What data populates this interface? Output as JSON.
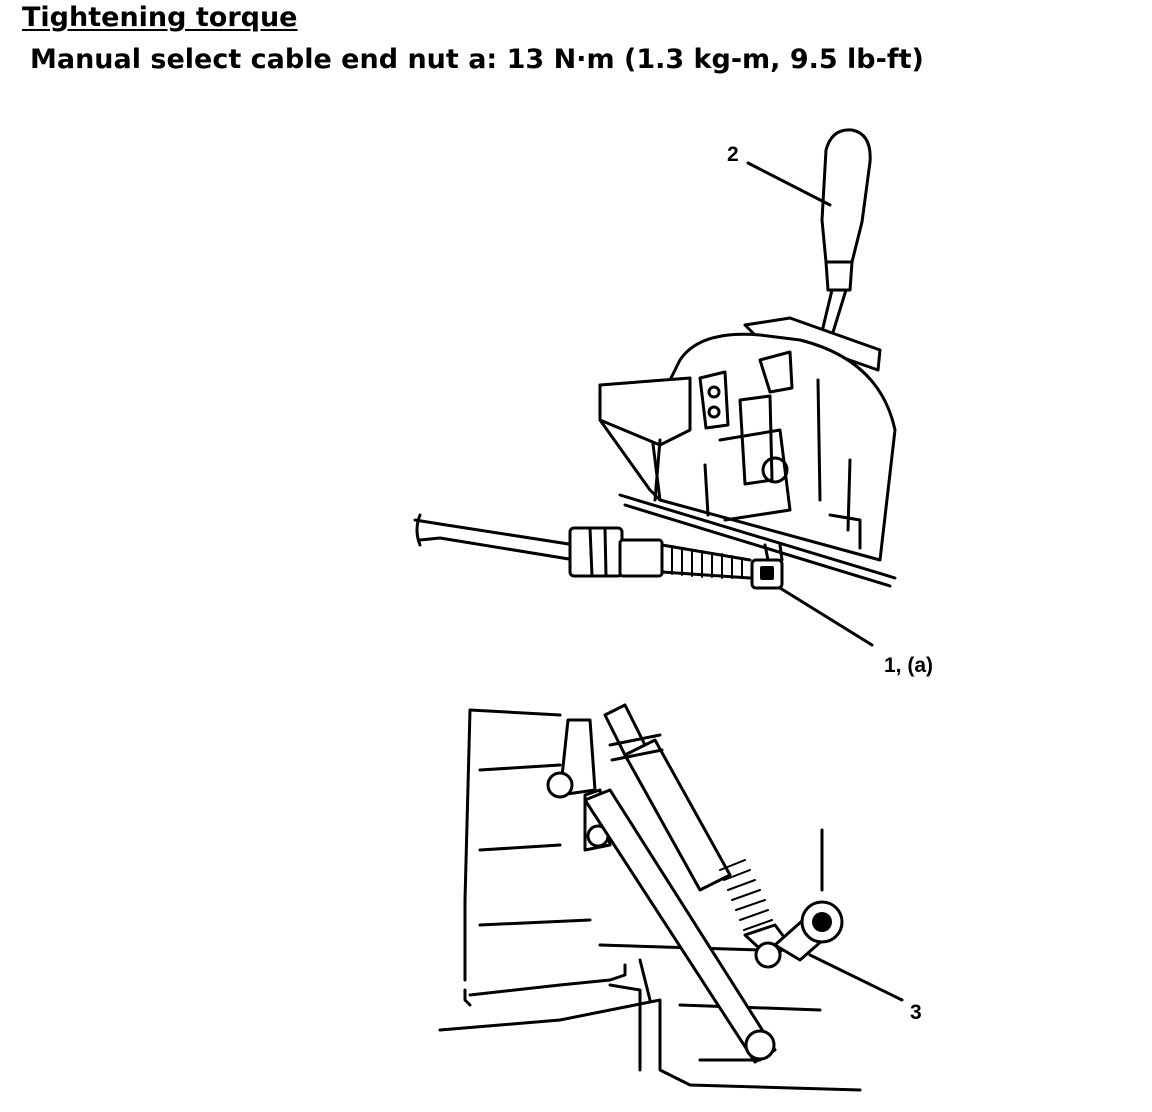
{
  "heading": "Tightening torque",
  "spec": "Manual select cable end nut a: 13 N·m (1.3 kg-m, 9.5 lb-ft)",
  "callouts": {
    "c1": "1, (a)",
    "c2": "2",
    "c3": "3"
  }
}
